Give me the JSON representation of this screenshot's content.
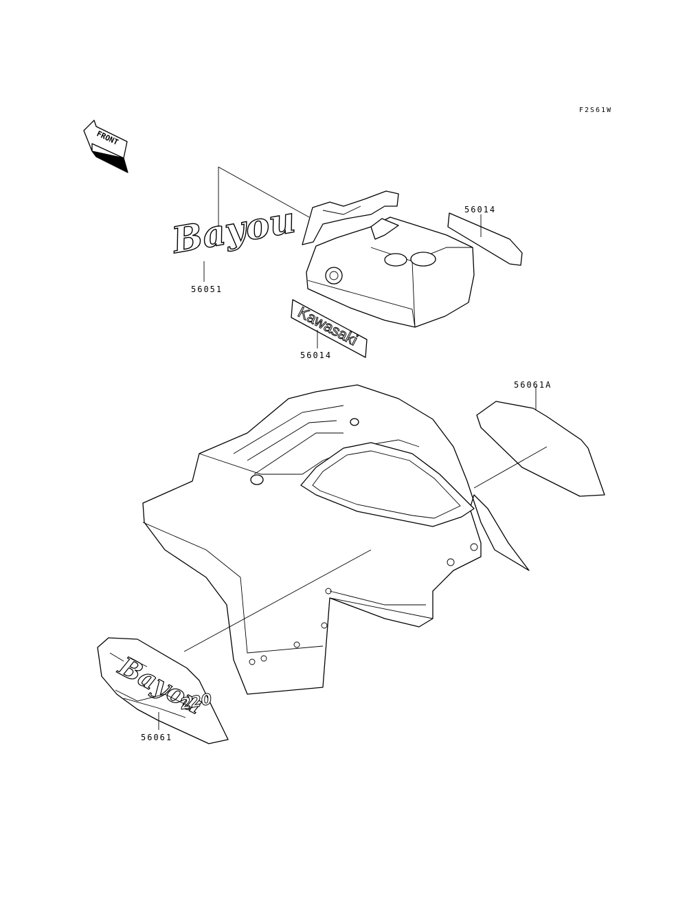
{
  "diagram": {
    "code": "F2S61W",
    "front_label": "FRONT",
    "labels": {
      "p56051": "56051",
      "p56014_top": "56014",
      "p56014_mid": "56014",
      "p56061A": "56061A",
      "p56061": "56061"
    },
    "decals": {
      "bayou_top": "Bayou",
      "kawasaki": "Kawasaki",
      "bayou_bottom": "Bayou",
      "bayou_bottom_number": "220"
    }
  }
}
